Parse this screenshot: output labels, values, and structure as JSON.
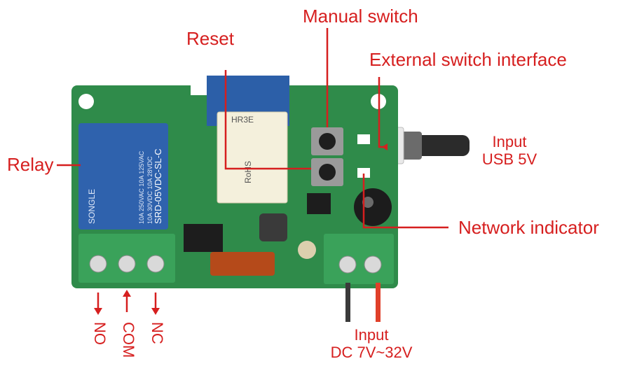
{
  "labels": {
    "manual_switch": "Manual switch",
    "reset": "Reset",
    "external_switch": "External switch interface",
    "relay": "Relay",
    "input_usb_line1": "Input",
    "input_usb_line2": "USB 5V",
    "network_indicator": "Network indicator",
    "no": "NO",
    "com": "COM",
    "nc": "NC",
    "input_dc_line1": "Input",
    "input_dc_line2": "DC 7V~32V"
  },
  "components": {
    "wifi_module_text": "HR3E",
    "relay_brand": "SONGLE",
    "relay_model": "SRD-05VDC-SL-C",
    "relay_rating_1": "10A 250VAC 10A 125VAC",
    "relay_rating_2": "10A 30VDC 10A 28VDC",
    "module_marks": "RoHS"
  },
  "colors": {
    "pcb": "#2f8b4a",
    "pcb_dark": "#1f6a36",
    "relay": "#2f62ad",
    "terminal": "#3aa25a",
    "label": "#d61f1f",
    "wire_black": "#3a3a3a",
    "wire_red": "#e0402a"
  }
}
